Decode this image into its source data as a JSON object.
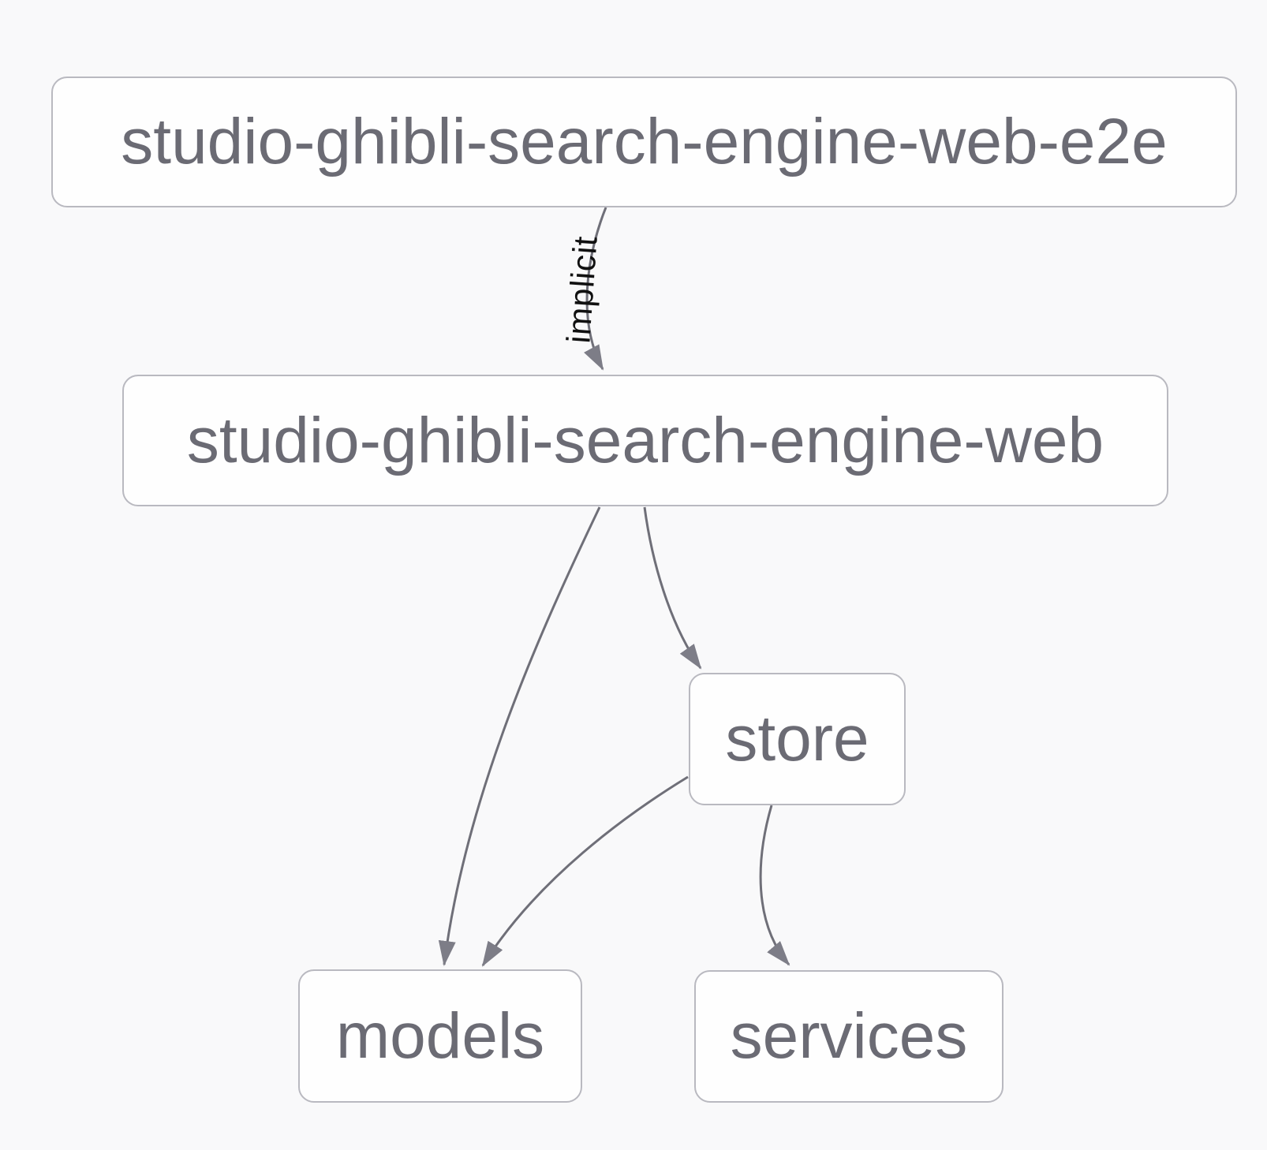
{
  "diagram": {
    "type": "dependency-graph",
    "background": "#f9f9fa",
    "colors": {
      "node_border": "#b9b9c0",
      "node_fill": "#fefefe",
      "node_text": "#6b6b74",
      "edge_stroke": "#6f6f78",
      "arrowhead_fill": "#7d7d87",
      "edge_label_text": "#111111"
    },
    "nodes": [
      {
        "id": "e2e",
        "label": "studio-ghibli-search-engine-web-e2e"
      },
      {
        "id": "web",
        "label": "studio-ghibli-search-engine-web"
      },
      {
        "id": "store",
        "label": "store"
      },
      {
        "id": "models",
        "label": "models"
      },
      {
        "id": "services",
        "label": "services"
      }
    ],
    "edges": [
      {
        "from": "studio-ghibli-search-engine-web-e2e",
        "to": "studio-ghibli-search-engine-web",
        "label": "implicit"
      },
      {
        "from": "studio-ghibli-search-engine-web",
        "to": "models",
        "label": ""
      },
      {
        "from": "studio-ghibli-search-engine-web",
        "to": "store",
        "label": ""
      },
      {
        "from": "store",
        "to": "models",
        "label": ""
      },
      {
        "from": "store",
        "to": "services",
        "label": ""
      }
    ]
  }
}
